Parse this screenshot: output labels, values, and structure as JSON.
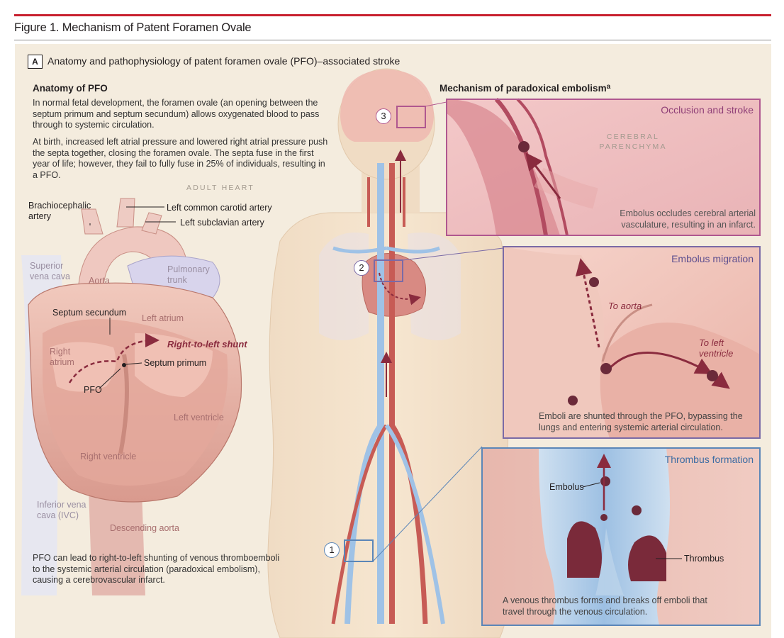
{
  "figure": {
    "title": "Figure 1. Mechanism of Patent Foramen Ovale",
    "panel_letter": "A",
    "panel_heading": "Anatomy and pathophysiology of patent foramen ovale (PFO)–associated stroke"
  },
  "anatomy": {
    "heading": "Anatomy of PFO",
    "para1": "In normal fetal development, the foramen ovale (an opening between the septum primum and septum secundum) allows oxygenated blood to pass through to systemic circulation.",
    "para2": "At birth, increased left atrial pressure and lowered right atrial pressure push the septa together, closing the foramen ovale. The septa fuse in the first year of life; however, they fail to fully fuse in 25% of individuals, resulting in a PFO.",
    "footer": "PFO can lead to right-to-left shunting of venous thromboemboli to the systemic arterial circulation (paradoxical embolism), causing a cerebrovascular infarct."
  },
  "heart": {
    "caption": "ADULT HEART",
    "labels": {
      "brachiocephalic": "Brachiocephalic artery",
      "left_common_carotid": "Left common carotid artery",
      "left_subclavian": "Left subclavian artery",
      "superior_vena_cava": "Superior vena cava",
      "aorta": "Aorta",
      "pulmonary_trunk": "Pulmonary trunk",
      "septum_secundum": "Septum secundum",
      "left_atrium": "Left atrium",
      "right_to_left_shunt": "Right-to-left shunt",
      "right_atrium": "Right atrium",
      "septum_primum": "Septum primum",
      "pfo": "PFO",
      "left_ventricle": "Left ventricle",
      "right_ventricle": "Right ventricle",
      "inferior_vena_cava": "Inferior vena cava (IVC)",
      "descending_aorta": "Descending aorta"
    }
  },
  "body_figure": {
    "markers": [
      "1",
      "2",
      "3"
    ]
  },
  "mechanism": {
    "heading": "Mechanism of paradoxical embolism",
    "heading_sup": "a",
    "occlusion": {
      "title": "Occlusion and stroke",
      "tissue_label": "CEREBRAL PARENCHYMA",
      "caption": "Embolus occludes cerebral arterial vasculature, resulting in an infarct."
    },
    "migration": {
      "title": "Embolus migration",
      "to_aorta": "To aorta",
      "to_left_ventricle": "To left ventricle",
      "caption": "Emboli are shunted through the PFO, bypassing the lungs and entering systemic arterial circulation."
    },
    "thrombus": {
      "title": "Thrombus formation",
      "embolus_label": "Embolus",
      "thrombus_label": "Thrombus",
      "caption": "A venous thrombus forms and breaks off emboli that travel through the venous circulation."
    }
  },
  "colors": {
    "accent_red": "#c8202f",
    "occlusion_frame": "#b0578f",
    "migration_frame": "#7a6aa6",
    "thrombus_frame": "#5b86b8",
    "shunt_arrow": "#8a2b3e"
  }
}
